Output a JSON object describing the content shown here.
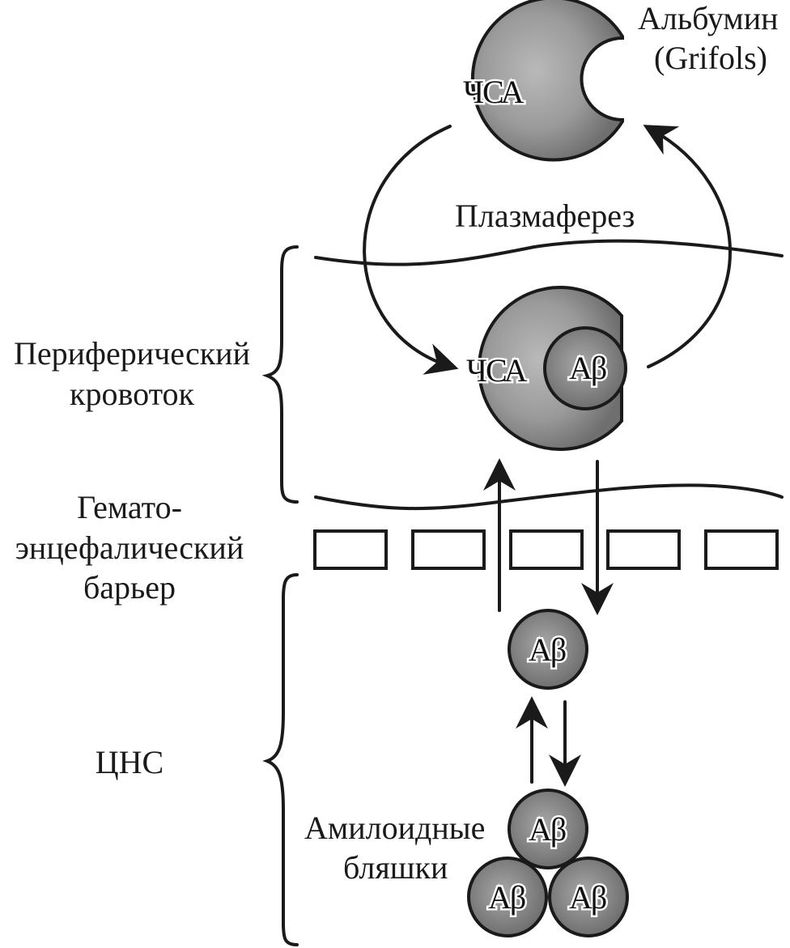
{
  "labels": {
    "albumin_line1": "Альбумин",
    "albumin_line2": "(Grifols)",
    "plasmapheresis": "Плазмаферез",
    "peripheral_line1": "Периферический",
    "peripheral_line2": "кровоток",
    "bbb_line1": "Гемато-",
    "bbb_line2": "энцефалический",
    "bbb_line3": "барьер",
    "cns": "ЦНС",
    "plaques_line1": "Амилоидные",
    "plaques_line2": "бляшки"
  },
  "molecules": {
    "hsa": "ЧСА",
    "abeta": "Aβ"
  },
  "colors": {
    "molecule_fill_light": "#b8b8b8",
    "molecule_fill_dark": "#6e6e6e",
    "stroke": "#1a1a1a"
  },
  "barrier_cells": 5
}
